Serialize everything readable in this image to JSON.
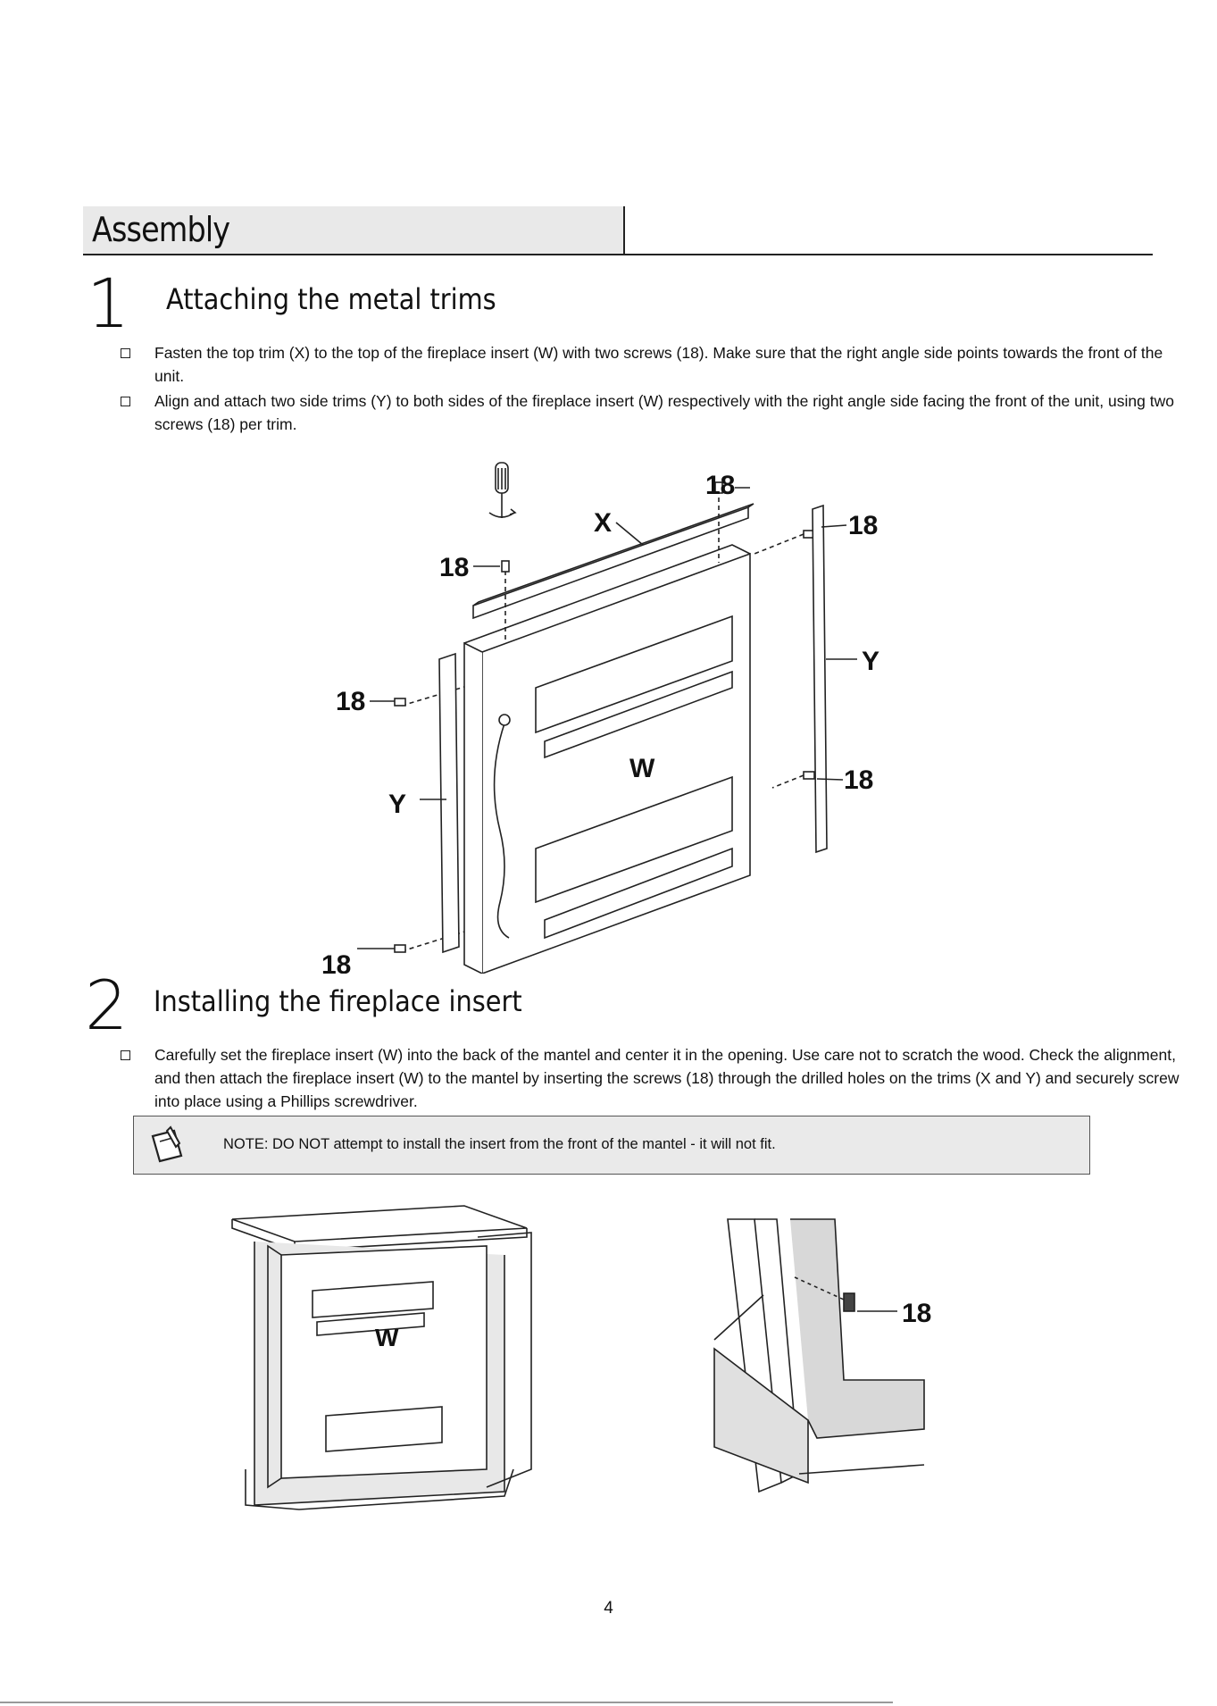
{
  "section": {
    "title": "Assembly"
  },
  "steps": [
    {
      "number": "1",
      "title": "Attaching the metal trims",
      "bullets": [
        "Fasten the top trim (X) to the top of the fireplace insert (W) with two screws (18). Make sure that the right angle side points towards the front of the unit.",
        "Align and attach two side trims (Y) to both sides of the fireplace insert (W) respectively with the right angle side facing the front of the unit, using two screws (18) per trim."
      ]
    },
    {
      "number": "2",
      "title": "Installing the fireplace insert",
      "bullets": [
        "Carefully set the fireplace insert (W) into the back of the mantel and center it in the opening. Use care not to scratch the wood. Check the alignment, and then attach the fireplace insert (W) to the mantel by inserting the screws (18) through the drilled holes on the trims (X and Y) and securely screw into place using a Phillips screwdriver."
      ],
      "note": "NOTE: DO NOT attempt to install the insert from the front of the mantel - it will not fit."
    }
  ],
  "diagram1": {
    "labels": {
      "screw": "18",
      "top_trim": "X",
      "side_trim": "Y",
      "insert": "W"
    }
  },
  "diagram2": {
    "labels": {
      "insert": "W"
    }
  },
  "diagram3": {
    "labels": {
      "screw": "18"
    }
  },
  "icons": {
    "note": "note-pen-icon",
    "bullet": "checkbox-icon",
    "tool": "screwdriver-icon"
  },
  "page": {
    "number": "4"
  }
}
